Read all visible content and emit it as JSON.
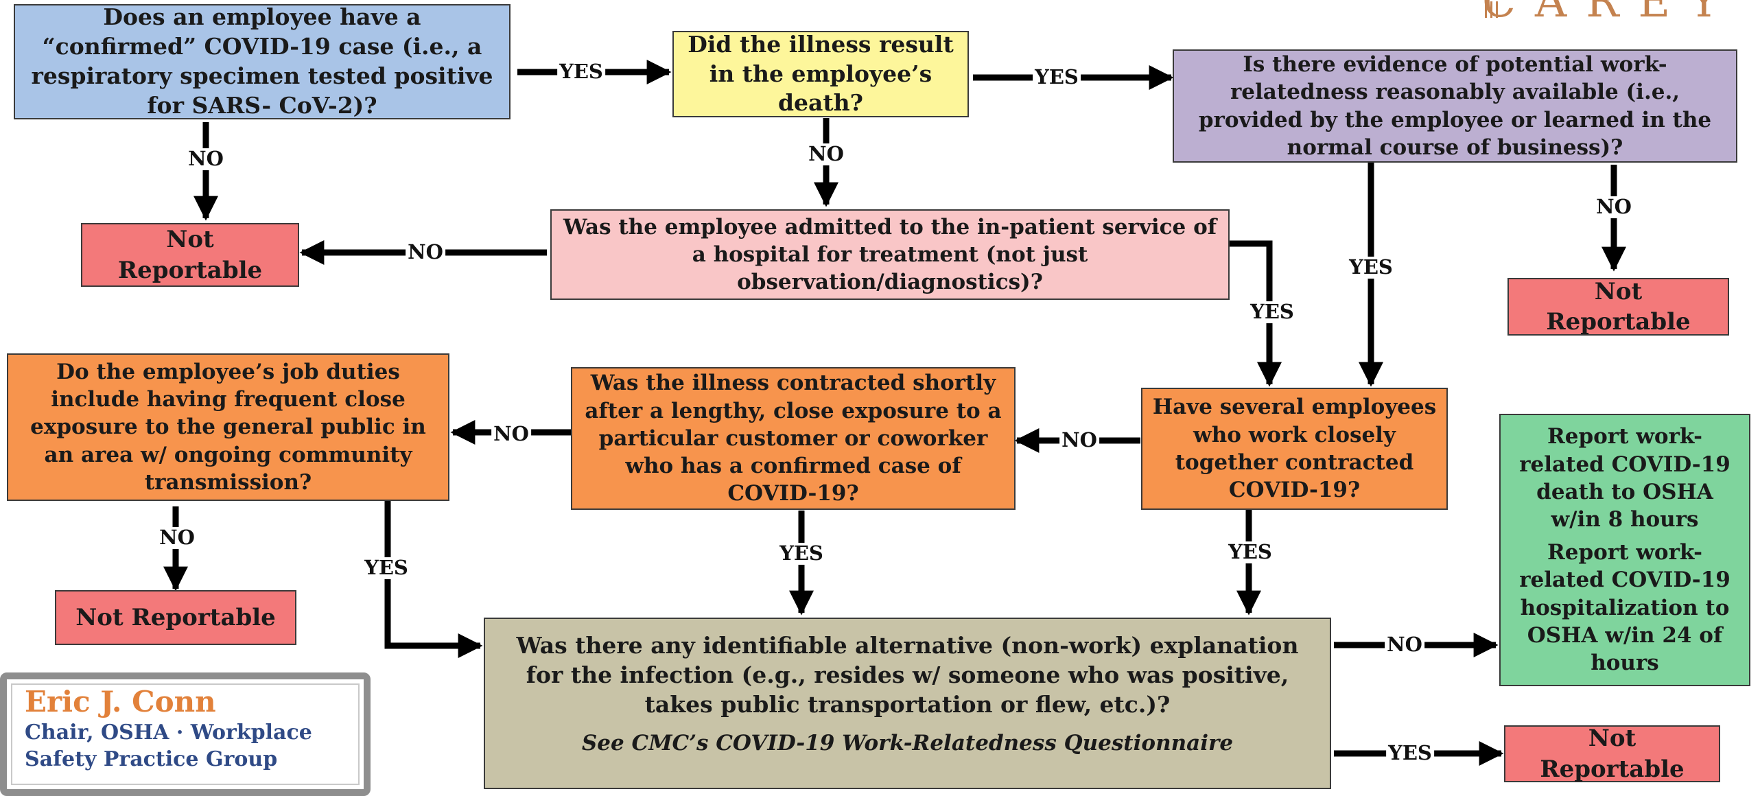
{
  "logo": {
    "text": "CAREY"
  },
  "nodes": {
    "q1": {
      "text": "Does an employee have a “confirmed” COVID-19 case (i.e., a respiratory specimen tested positive for SARS- CoV-2)?"
    },
    "q2": {
      "text": "Did the illness result in the employee’s death?"
    },
    "q3": {
      "text": "Is there evidence of potential work-relatedness reasonably available (i.e., provided by the employee or learned in the normal course of business)?"
    },
    "q4": {
      "text": "Was the employee admitted to the in-patient service of a hospital for treatment (not just observation/diagnostics)?"
    },
    "q5": {
      "text": "Do the employee’s job duties include having frequent close exposure to the general public in an area w/ ongoing community transmission?"
    },
    "q6": {
      "text": "Was the illness contracted shortly after a lengthy, close exposure to a particular customer or coworker who has a confirmed case of COVID-19?"
    },
    "q7": {
      "text": "Have several employees who work closely together contracted COVID-19?"
    },
    "q8": {
      "text": "Was there any identifiable alternative (non-work) explanation for the infection (e.g., resides w/ someone who was positive, takes public transportation or flew, etc.)?",
      "note": "See CMC’s COVID-19 Work-Relatedness Questionnaire"
    },
    "nr1": {
      "text": "Not Reportable"
    },
    "nr2": {
      "text": "Not Reportable"
    },
    "nr3": {
      "text": "Not Reportable"
    },
    "nr4": {
      "text": "Not Reportable"
    },
    "report": {
      "death": "Report work-related COVID-19 death to OSHA w/in 8 hours",
      "hosp": "Report work-related COVID-19 hospitalization to OSHA w/in 24 of hours"
    }
  },
  "edges": {
    "q1_q2": "YES",
    "q1_nr1": "NO",
    "q2_q3": "YES",
    "q2_q4": "NO",
    "q4_nr1": "NO",
    "q4_q7": "YES",
    "q3_q7": "YES",
    "q3_nr2": "NO",
    "q7_q6": "NO",
    "q7_q8": "YES",
    "q6_q5": "NO",
    "q6_q8": "YES",
    "q5_nr3": "NO",
    "q5_q8": "YES",
    "q8_report": "NO",
    "q8_nr4": "YES"
  },
  "contact": {
    "name": "Eric J. Conn",
    "title": "Chair, OSHA · Workplace Safety Practice Group"
  }
}
